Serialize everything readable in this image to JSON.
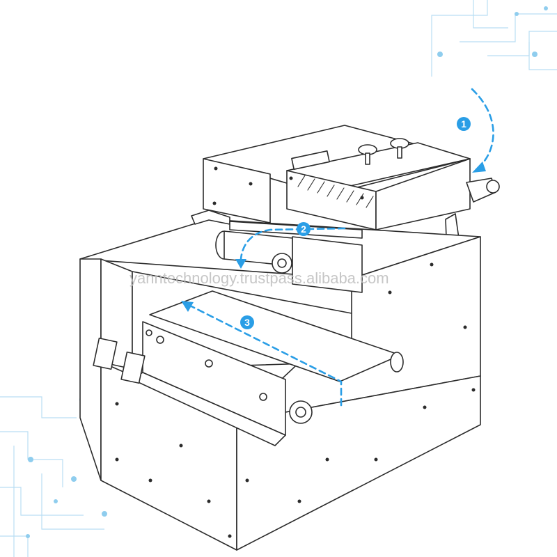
{
  "watermark": "yanntechnology.trustpass.alibaba.com",
  "steps": [
    {
      "label": "1"
    },
    {
      "label": "2"
    },
    {
      "label": "3"
    }
  ],
  "colors": {
    "flow": "#2a9ee6",
    "circuit": "#b9def3",
    "line": "#2b2b2b"
  }
}
